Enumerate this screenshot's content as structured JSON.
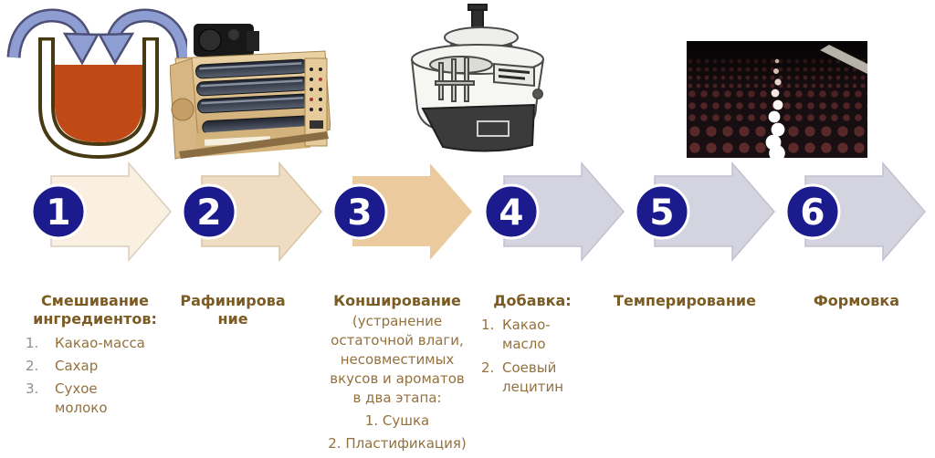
{
  "slide": {
    "colors": {
      "badge": "#1b1b8e",
      "badge_ring": "#ffffff",
      "heading": "#7b5b22",
      "body": "#94713c",
      "list_marker_gray": "#8f8f8f",
      "arrow_outline": "#c6c4d2"
    },
    "steps": [
      {
        "number": "1",
        "arrow_color": "#faf0e2",
        "title": "Смешивание ингредиентов:",
        "items": [
          {
            "marker": "1.",
            "text": "Какао-масса"
          },
          {
            "marker": "2.",
            "text": "Сахар"
          },
          {
            "marker": "3.",
            "text": "Сухое молоко"
          }
        ],
        "image": "mixing-vessel-diagram"
      },
      {
        "number": "2",
        "arrow_color": "#f0dcc3",
        "title_lines": [
          "Рафинирова",
          "ние"
        ],
        "image": "five-roll-refiner-photo"
      },
      {
        "number": "3",
        "arrow_color": "#ebcb9e",
        "title": "Конширование",
        "subtitle_lines": [
          "(устранение",
          "остаточной влаги,",
          "несовместимых",
          "вкусов и ароматов",
          "в два этапа:"
        ],
        "items": [
          {
            "marker": "1.",
            "text": "Сушка"
          },
          {
            "marker": "2.",
            "text": "Пластификация)"
          }
        ],
        "image": "conche-machine-engraving"
      },
      {
        "number": "4",
        "arrow_color": "#d4d3e0",
        "title": "Добавка:",
        "items": [
          {
            "marker": "1.",
            "text": "Какао-масло"
          },
          {
            "marker": "2.",
            "text": "Соевый лецитин"
          }
        ]
      },
      {
        "number": "5",
        "arrow_color": "#d4d3e0",
        "title": "Темперирование",
        "image": "tempering-chocolate-drops-photo"
      },
      {
        "number": "6",
        "arrow_color": "#d4d3e0",
        "title": "Формовка"
      }
    ]
  }
}
